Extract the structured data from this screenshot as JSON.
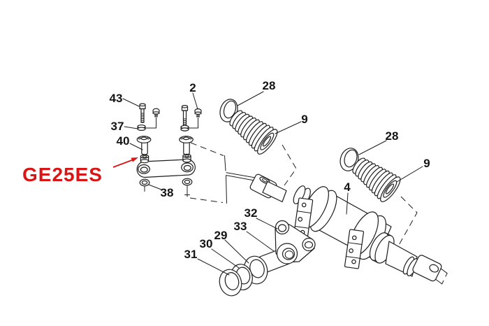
{
  "figure": {
    "background_color": "#ffffff",
    "ink_color": "#1d1d1d",
    "highlight_color": "#d91616",
    "highlight_label": "GE25ES",
    "callouts": {
      "c43": "43",
      "c37": "37",
      "c40": "40",
      "c2": "2",
      "c28_top": "28",
      "c9_top": "9",
      "c28_right": "28",
      "c9_right": "9",
      "c4": "4",
      "c32": "32",
      "c33": "33",
      "c29": "29",
      "c30": "30",
      "c31": "31",
      "c38": "38"
    }
  }
}
